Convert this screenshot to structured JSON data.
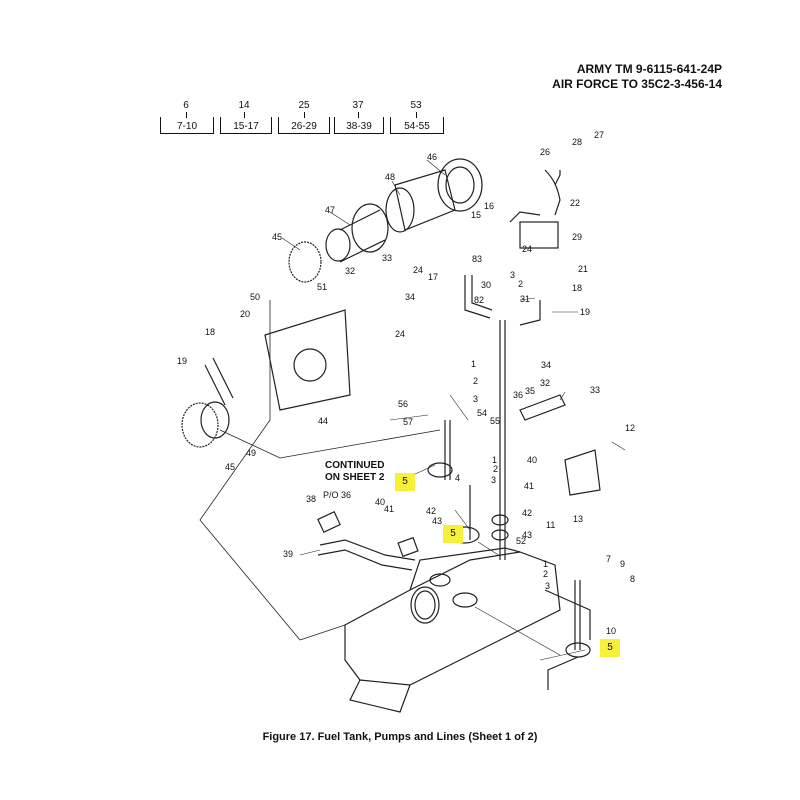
{
  "header": {
    "line1": "ARMY TM 9-6115-641-24P",
    "line2": "AIR FORCE TO 35C2-3-456-14"
  },
  "index_boxes": [
    {
      "num": "6",
      "range": "7-10"
    },
    {
      "num": "14",
      "range": "15-17"
    },
    {
      "num": "25",
      "range": "26-29"
    },
    {
      "num": "37",
      "range": "38-39"
    },
    {
      "num": "53",
      "range": "54-55"
    }
  ],
  "continued": {
    "line1": "CONTINUED",
    "line2": "ON SHEET 2"
  },
  "po_label": "P/O 36",
  "highlight_color": "#f7ef3a",
  "highlighted_callouts": [
    "5",
    "5",
    "5"
  ],
  "callouts": [
    "46",
    "48",
    "47",
    "45",
    "26",
    "28",
    "27",
    "22",
    "16",
    "15",
    "29",
    "24",
    "83",
    "3",
    "30",
    "2",
    "21",
    "17",
    "18",
    "82",
    "31",
    "19",
    "33",
    "32",
    "51",
    "34",
    "50",
    "20",
    "24",
    "18",
    "19",
    "1",
    "2",
    "3",
    "56",
    "57",
    "54",
    "55",
    "34",
    "32",
    "33",
    "36",
    "35",
    "12",
    "40",
    "1",
    "2",
    "3",
    "41",
    "4",
    "42",
    "43",
    "52",
    "11",
    "13",
    "38",
    "40",
    "41",
    "42",
    "43",
    "39",
    "45",
    "49",
    "44",
    "7",
    "9",
    "1",
    "2",
    "3",
    "8",
    "10",
    "24"
  ],
  "caption": "Figure 17.  Fuel Tank, Pumps and Lines (Sheet 1 of 2)"
}
